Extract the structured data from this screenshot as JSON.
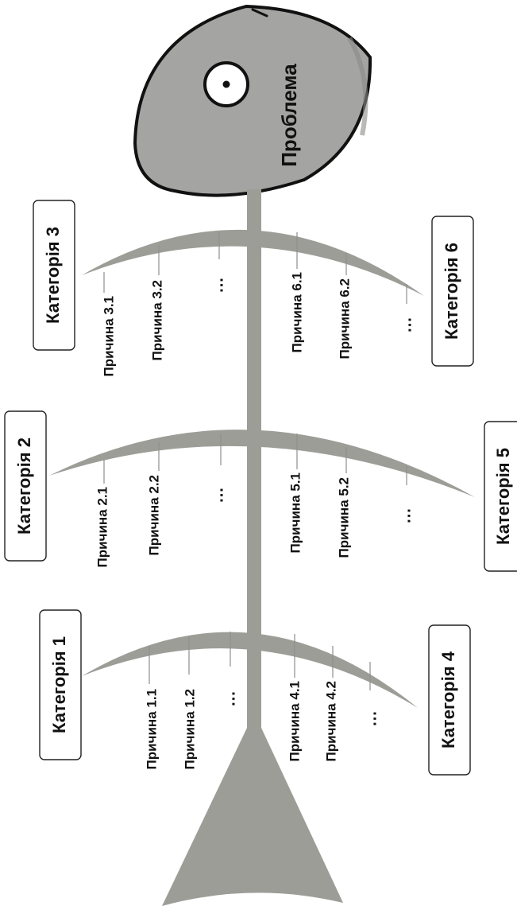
{
  "diagram": {
    "problem": "Проблема",
    "categories": [
      {
        "label": "Категорія 1",
        "causes": [
          "Причина 1.1",
          "Причина 1.2",
          "..."
        ]
      },
      {
        "label": "Категорія 2",
        "causes": [
          "Причина 2.1",
          "Причина 2.2",
          "..."
        ]
      },
      {
        "label": "Категорія 3",
        "causes": [
          "Причина 3.1",
          "Причина 3.2",
          "..."
        ]
      },
      {
        "label": "Категорія 4",
        "causes": [
          "Причина 4.1",
          "Причина 4.2",
          "..."
        ]
      },
      {
        "label": "Категорія 5",
        "causes": [
          "Причина 5.1",
          "Причина 5.2",
          "..."
        ]
      },
      {
        "label": "Категорія 6",
        "causes": [
          "Причина 6.1",
          "Причина 6.2",
          "..."
        ]
      }
    ]
  }
}
